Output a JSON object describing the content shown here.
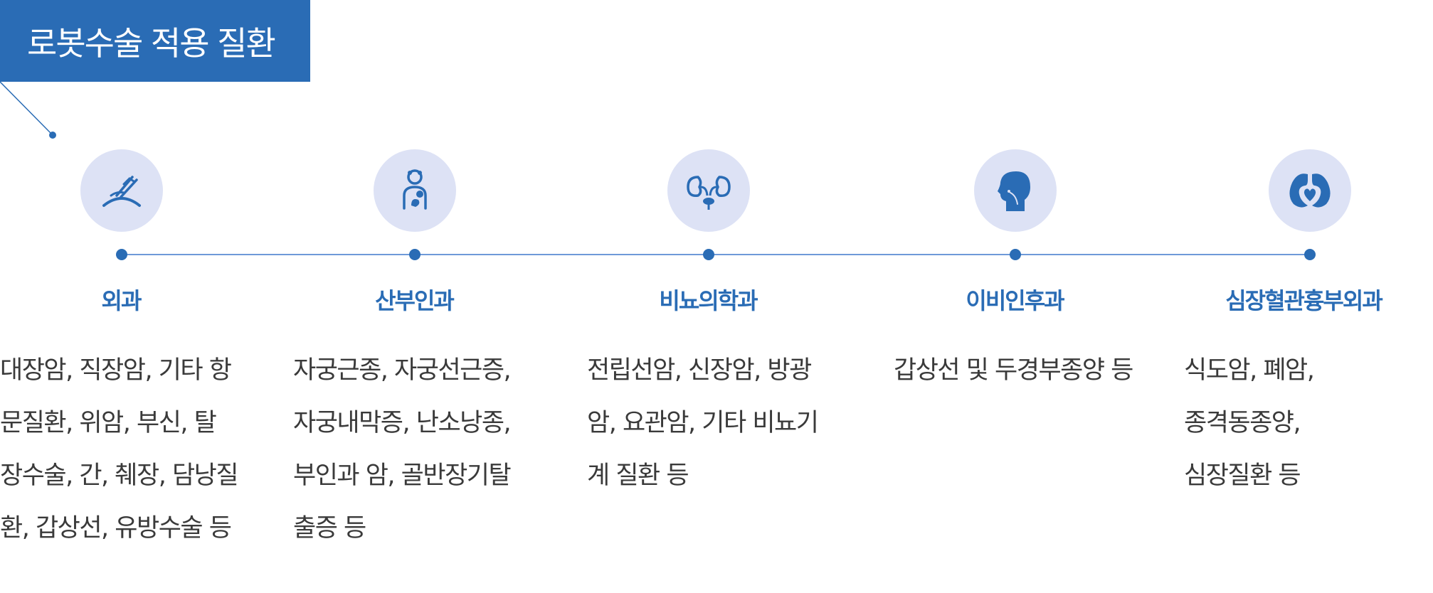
{
  "title": "로봇수술 적용 질환",
  "departments": [
    {
      "name": "외과",
      "icon": "scalpel-hand-icon",
      "description": [
        "대장암, 직장암, 기타 항",
        "문질환, 위암, 부신, 탈",
        "장수술, 간, 췌장, 담낭질",
        "환, 갑상선, 유방수술 등"
      ]
    },
    {
      "name": "산부인과",
      "icon": "mother-baby-icon",
      "description": [
        "자궁근종, 자궁선근증,",
        "자궁내막증, 난소낭종,",
        "부인과 암, 골반장기탈",
        "출증 등"
      ]
    },
    {
      "name": "비뇨의학과",
      "icon": "kidney-icon",
      "description": [
        "전립선암, 신장암, 방광",
        "암, 요관암, 기타 비뇨기",
        "계 질환 등"
      ]
    },
    {
      "name": "이비인후과",
      "icon": "head-throat-icon",
      "description": [
        "갑상선 및 두경부종양 등"
      ]
    },
    {
      "name": "심장혈관흉부외과",
      "icon": "lungs-heart-icon",
      "description": [
        "식도암, 폐암, 종격동종양,",
        "심장질환 등"
      ]
    }
  ],
  "colors": {
    "primary": "#2a6cb5",
    "circle": "#dde2f5",
    "line": "#6f9ad9",
    "text": "#3a3a3a"
  }
}
